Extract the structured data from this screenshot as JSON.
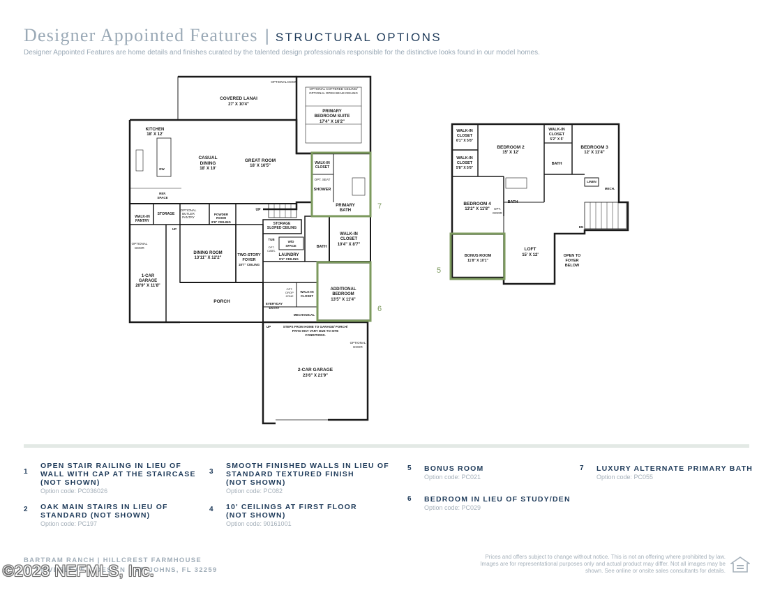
{
  "header": {
    "title": "Designer Appointed Features",
    "separator": "|",
    "subtitle_tag": "STRUCTURAL OPTIONS",
    "description": "Designer Appointed Features are home details and finishes curated by the talented design professionals responsible for the distinctive looks found in our model homes."
  },
  "first_floor": {
    "labels": {
      "optional_door_top": "OPTIONAL DOOR",
      "lanai": "COVERED LANAI",
      "lanai_dim": "27' X 10'4\"",
      "ceiling_option": "OPTIONAL COFFERED CEILING/",
      "ceiling_option2": "OPTIONAL OPEN BEAM CEILING",
      "primary_suite": "PRIMARY",
      "primary_suite2": "BEDROOM SUITE",
      "primary_suite_dim": "17'4\" X 16'2\"",
      "kitchen": "KITCHEN",
      "kitchen_dim": "18' X 12'",
      "casual": "CASUAL",
      "casual2": "DINING",
      "casual_dim": "18' X 10'",
      "great_room": "GREAT ROOM",
      "great_room_dim": "18' X 16'5\"",
      "walkin_closet_small": "WALK-IN",
      "walkin_closet_small2": "CLOSET",
      "opt_seat": "OPT. SEAT",
      "shower": "SHOWER",
      "primary_bath": "PRIMARY",
      "primary_bath2": "BATH",
      "dw": "DW",
      "ref_space": "REF.",
      "ref_space2": "SPACE",
      "storage": "STORAGE",
      "opt_butler": "OPTIONAL",
      "opt_butler2": "BUTLER",
      "opt_butler3": "PANTRY",
      "powder": "POWDER",
      "powder2": "ROOM",
      "powder_ceiling": "8'6\" CEILING",
      "up": "UP",
      "walkin_pantry": "WALK-IN",
      "walkin_pantry2": "PANTRY",
      "storage_sloped": "STORAGE",
      "storage_sloped2": "SLOPED CEILING",
      "walkin_closet2": "WALK-IN",
      "walkin_closet2b": "CLOSET",
      "walkin_closet2_dim": "10'4\" X 8'7\"",
      "optional_door_left": "OPTIONAL",
      "optional_door_left2": "DOOR",
      "tub": "TUB",
      "opt_cabs": "OPT.",
      "opt_cabs2": "CABS.",
      "wd": "W/D",
      "wd2": "SPACE",
      "bath": "BATH",
      "laundry": "LAUNDRY",
      "laundry_ceiling": "8'4\" CEILING",
      "garage1": "1-CAR",
      "garage1b": "GARAGE",
      "garage1_dim": "20'9\" X 11'8\"",
      "dining": "DINING ROOM",
      "dining_dim": "13'11\" X 12'2\"",
      "foyer": "TWO-STORY",
      "foyer2": "FOYER",
      "foyer_ceiling": "18'7\" CEILING",
      "additional_bedroom": "ADDITIONAL",
      "additional_bedroom2": "BEDROOM",
      "additional_bedroom_dim": "13'5\" X 11'4\"",
      "porch": "PORCH",
      "opt_drop": "OPT.",
      "opt_drop2": "DROP",
      "opt_drop3": "ZONE",
      "walkin_closet3": "WALK-IN",
      "walkin_closet3b": "CLOSET",
      "everyday": "EVERYDAY",
      "everyday2": "ENTRY",
      "mechanical": "MECHANICAL",
      "steps_note": "STEPS FROM HOME TO GARAGE/ PORCH/",
      "steps_note2": "PATIO MAY VARY DUE TO SITE",
      "steps_note3": "CONDITIONS.",
      "optional_door_garage": "OPTIONAL",
      "optional_door_garage2": "DOOR",
      "garage2": "2-CAR GARAGE",
      "garage2_dim": "23'6\" X 21'9\""
    },
    "highlight_numbers": [
      "7",
      "6"
    ]
  },
  "second_floor": {
    "labels": {
      "walkin_closet_a": "WALK-IN",
      "walkin_closet_a2": "CLOSET",
      "walkin_closet_a_dim": "6'1\" X 5'8\"",
      "bedroom2": "BEDROOM 2",
      "bedroom2_dim": "15' X 12'",
      "walkin_closet_b": "WALK-IN",
      "walkin_closet_b2": "CLOSET",
      "walkin_closet_b_dim": "5'2\" X 5'",
      "bedroom3": "BEDROOM 3",
      "bedroom3_dim": "12' X 11'4\"",
      "walkin_closet_c": "WALK-IN",
      "walkin_closet_c2": "CLOSET",
      "walkin_closet_c_dim": "5'8\" X 5'8\"",
      "bath_upper": "BATH",
      "linen": "LINEN",
      "mech": "MECH.",
      "bedroom4": "BEDROOM 4",
      "bedroom4_dim": "13'2\" X 11'8\"",
      "bath_lower": "BATH",
      "opt_door": "OPT.",
      "opt_door2": "DOOR",
      "dn": "DN",
      "bonus": "BONUS ROOM",
      "bonus_dim": "11'8\" X 10'1\"",
      "loft": "LOFT",
      "loft_dim": "15' X 12'",
      "open_to": "OPEN TO",
      "open_to2": "FOYER",
      "open_to3": "BELOW"
    },
    "highlight_numbers": [
      "5"
    ]
  },
  "options": [
    {
      "number": "1",
      "title_lines": [
        "OPEN STAIR RAILING IN LIEU OF",
        "WALL WITH CAP AT THE STAIRCASE",
        "(NOT SHOWN)"
      ],
      "code": "Option code: PC036026"
    },
    {
      "number": "2",
      "title_lines": [
        "OAK MAIN STAIRS IN LIEU OF",
        "STANDARD (NOT SHOWN)"
      ],
      "code": "Option code: PC197"
    },
    {
      "number": "3",
      "title_lines": [
        "SMOOTH FINISHED WALLS IN LIEU OF",
        "STANDARD TEXTURED FINISH",
        "(NOT SHOWN)"
      ],
      "code": "Option code: PC082"
    },
    {
      "number": "4",
      "title_lines": [
        "10' CEILINGS AT FIRST FLOOR",
        "(NOT SHOWN)"
      ],
      "code": "Option code: 90161001"
    },
    {
      "number": "5",
      "title_lines": [
        "BONUS ROOM"
      ],
      "code": "Option code: PC021"
    },
    {
      "number": "6",
      "title_lines": [
        "BEDROOM IN LIEU OF STUDY/DEN"
      ],
      "code": "Option code: PC029"
    },
    {
      "number": "7",
      "title_lines": [
        "LUXURY ALTERNATE PRIMARY BATH"
      ],
      "code": "Option code: PC055"
    }
  ],
  "footer": {
    "community": "BARTRAM RANCH | HILLCREST FARMHOUSE",
    "address": "85 SILVERLEAF TIDES LN | ST. JOHNS, FL 32259",
    "watermark": "©2023 NEFMLS, Inc.",
    "disclaimer": "Prices and offers subject to change without notice. This is not an offering where prohibited by law. Images are for representational purposes only and actual product may differ. Not all images may be shown. See online or onsite sales consultants for details."
  },
  "colors": {
    "title": "#9aa9b6",
    "navy": "#1f3b5a",
    "highlight_green": "#7c9a5e",
    "wall": "#1a1a1a"
  }
}
